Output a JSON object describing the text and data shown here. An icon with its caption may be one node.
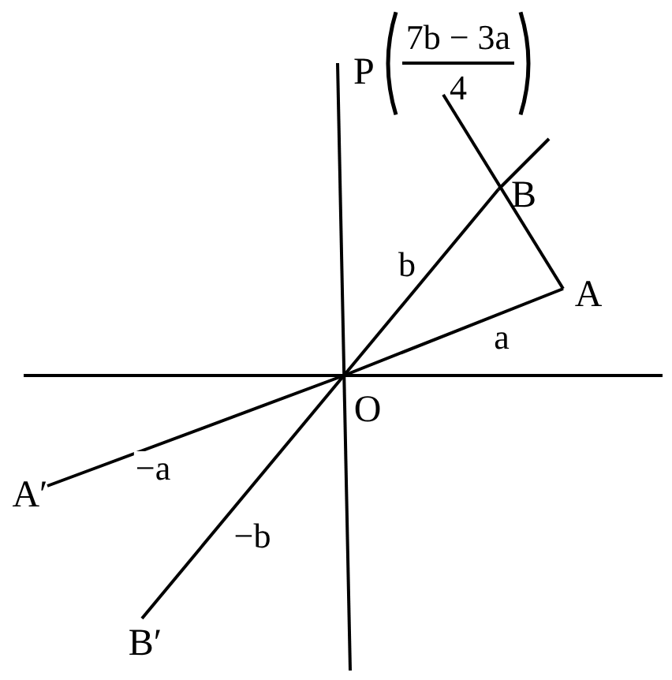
{
  "diagram": {
    "nodes": [
      {
        "text": [
          "O"
        ]
      },
      {
        "text": [
          "A"
        ]
      },
      {
        "text": [
          "B"
        ]
      },
      {
        "text": [
          "P",
          "7b − 3a",
          "4"
        ]
      },
      {
        "text": [
          "A′"
        ]
      },
      {
        "text": [
          "B′"
        ]
      }
    ],
    "edges": [
      {
        "from": 0,
        "to": 1,
        "arrow": "none",
        "label": "a"
      },
      {
        "from": 0,
        "to": 2,
        "arrow": "none",
        "label": "b"
      },
      {
        "from": 3,
        "to": 1,
        "arrow": "none"
      },
      {
        "from": 0,
        "to": 4,
        "arrow": "none",
        "label": "−a"
      },
      {
        "from": 0,
        "to": 5,
        "arrow": "none",
        "label": "−b"
      }
    ]
  }
}
